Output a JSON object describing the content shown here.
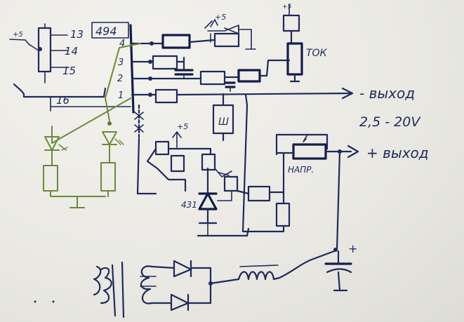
{
  "chip": {
    "name": "494",
    "pins": [
      "13",
      "14",
      "15",
      "16"
    ],
    "right_pins": [
      "4",
      "3",
      "2",
      "1"
    ],
    "supply": "+5"
  },
  "labels": {
    "current_pot": "ТОК",
    "voltage_pot": "НАПР.",
    "shunt": "Ш",
    "ref": "431",
    "plus5_a": "+5",
    "plus5_b": "+5",
    "plus5_c": "+5",
    "out_minus": "- выход",
    "out_range": "2,5 - 20V",
    "out_plus": "+ выход",
    "cap_plus": "+"
  },
  "colors": {
    "ink": "#1f2a5a",
    "green": "#6b8a3a",
    "paper": "#ecebe6"
  }
}
